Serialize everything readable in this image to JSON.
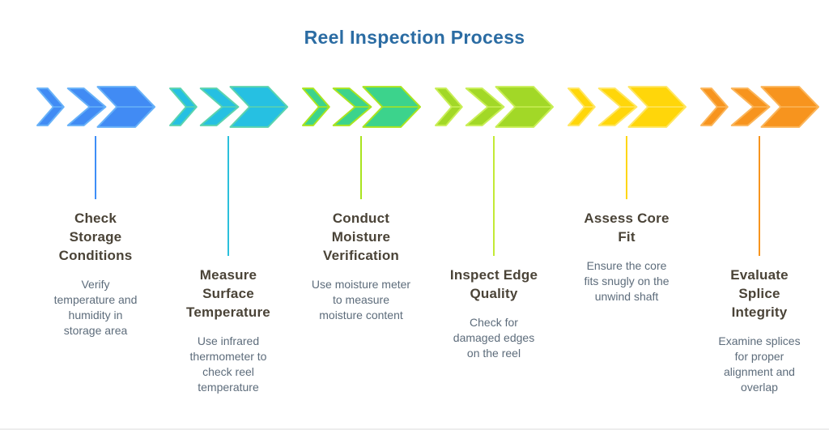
{
  "title": "Reel Inspection Process",
  "colors": {
    "heading": "#2B6CA3",
    "step_title": "#4A4337",
    "step_desc": "#5D6C7B"
  },
  "steps": [
    {
      "icon": "chevrons-right-icon",
      "title": "Check\nStorage\nConditions",
      "desc": "Verify\ntemperature and\nhumidity in\nstorage area",
      "fill": "#418BF4",
      "stroke": "#67B1F8",
      "line": "#3E8EF7"
    },
    {
      "icon": "chevrons-right-icon",
      "title": "Measure\nSurface\nTemperature",
      "desc": "Use infrared\nthermometer to\ncheck reel\ntemperature",
      "fill": "#26C0E2",
      "stroke": "#5BD3AE",
      "line": "#2BC0DC"
    },
    {
      "icon": "chevrons-right-icon",
      "title": "Conduct\nMoisture\nVerification",
      "desc": "Use moisture meter\nto measure\nmoisture content",
      "fill": "#3CD38C",
      "stroke": "#A9E41F",
      "line": "#A9E41F"
    },
    {
      "icon": "chevrons-right-icon",
      "title": "Inspect Edge\nQuality",
      "desc": "Check for\ndamaged edges\non the reel",
      "fill": "#A2D827",
      "stroke": "#C8EE55",
      "line": "#C3EA36"
    },
    {
      "icon": "chevrons-right-icon",
      "title": "Assess Core\nFit",
      "desc": "Ensure the core\nfits snugly on the\nunwind shaft",
      "fill": "#FFD60A",
      "stroke": "#FFE661",
      "line": "#FFD60A"
    },
    {
      "icon": "chevrons-right-icon",
      "title": "Evaluate\nSplice\nIntegrity",
      "desc": "Examine splices\nfor proper\nalignment and\noverlap",
      "fill": "#F7941E",
      "stroke": "#FBB559",
      "line": "#F7941E"
    }
  ]
}
